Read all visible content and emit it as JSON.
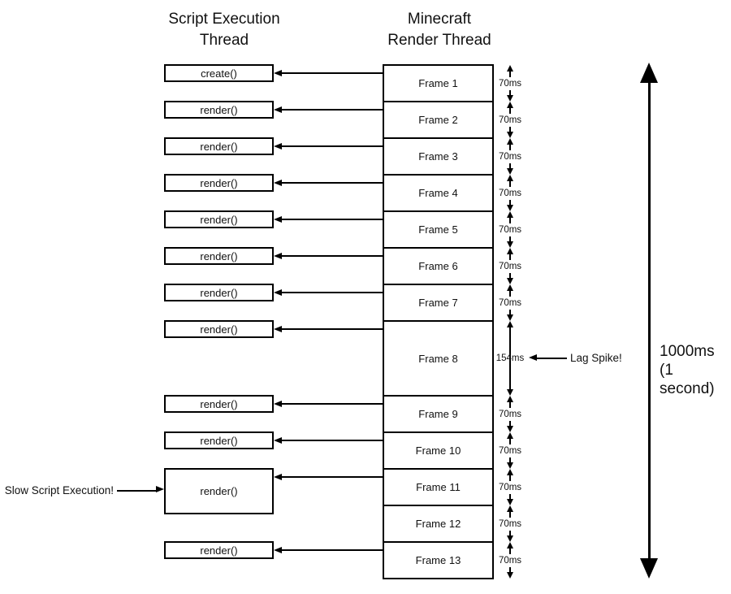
{
  "headers": {
    "script_thread": "Script Execution\nThread",
    "render_thread": "Minecraft\nRender Thread"
  },
  "frames": [
    {
      "label": "Frame 1",
      "duration": "70ms",
      "script_call": "create()"
    },
    {
      "label": "Frame 2",
      "duration": "70ms",
      "script_call": "render()"
    },
    {
      "label": "Frame 3",
      "duration": "70ms",
      "script_call": "render()"
    },
    {
      "label": "Frame 4",
      "duration": "70ms",
      "script_call": "render()"
    },
    {
      "label": "Frame 5",
      "duration": "70ms",
      "script_call": "render()"
    },
    {
      "label": "Frame 6",
      "duration": "70ms",
      "script_call": "render()"
    },
    {
      "label": "Frame 7",
      "duration": "70ms",
      "script_call": "render()"
    },
    {
      "label": "Frame 8",
      "duration": "154ms",
      "script_call": "render()",
      "lag_spike": true
    },
    {
      "label": "Frame 9",
      "duration": "70ms",
      "script_call": "render()"
    },
    {
      "label": "Frame 10",
      "duration": "70ms",
      "script_call": "render()"
    },
    {
      "label": "Frame 11",
      "duration": "70ms",
      "script_call": "render()",
      "slow_script": true
    },
    {
      "label": "Frame 12",
      "duration": "70ms",
      "script_call": null
    },
    {
      "label": "Frame 13",
      "duration": "70ms",
      "script_call": "render()"
    }
  ],
  "annotations": {
    "lag_spike": "Lag Spike!",
    "slow_script": "Slow Script Execution!",
    "total_duration": "1000ms",
    "total_duration_sub": "(1 second)"
  }
}
